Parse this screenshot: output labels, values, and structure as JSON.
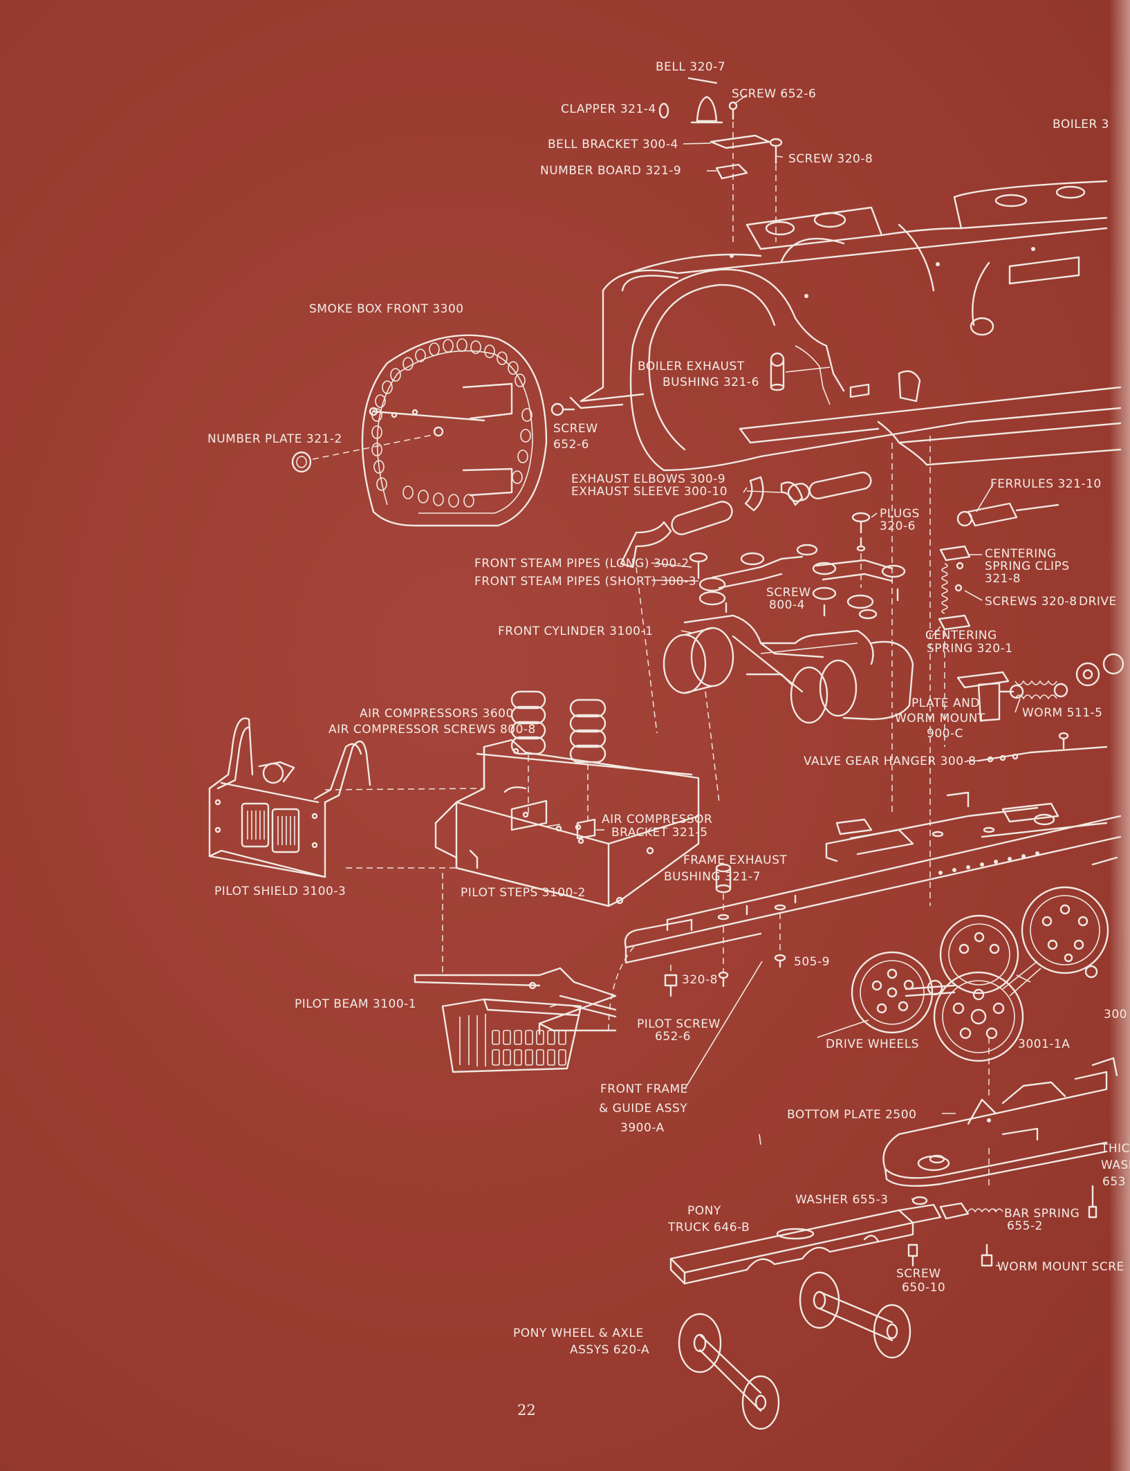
{
  "colors": {
    "background": "#9a3b30",
    "ink": "#f1e9e2"
  },
  "page_number": "22",
  "labels": {
    "bell": "BELL 320-7",
    "clapper": "CLAPPER 321-4",
    "screw_652_6_top": "SCREW 652-6",
    "bell_bracket": "BELL BRACKET 300-4",
    "screw_320_8_top": "SCREW 320-8",
    "number_board": "NUMBER BOARD 321-9",
    "boiler": "BOILER 3",
    "smoke_box_front": "SMOKE BOX FRONT 3300",
    "boiler_exhaust_1": "BOILER EXHAUST",
    "boiler_exhaust_2": "BUSHING 321-6",
    "number_plate": "NUMBER PLATE 321-2",
    "screw_side_1": "SCREW",
    "screw_side_2": "652-6",
    "exhaust_elbows": "EXHAUST ELBOWS 300-9",
    "exhaust_sleeve": "EXHAUST SLEEVE 300-10",
    "ferrules": "FERRULES 321-10",
    "plugs_1": "PLUGS",
    "plugs_2": "320-6",
    "steam_long": "FRONT STEAM PIPES (LONG) 300-2",
    "steam_short": "FRONT STEAM PIPES (SHORT) 300-3",
    "screw_800_1": "SCREW",
    "screw_800_2": "800-4",
    "centering_clips_1": "CENTERING",
    "centering_clips_2": "SPRING CLIPS",
    "centering_clips_3": "321-8",
    "screws_320_8": "SCREWS 320-8",
    "front_cylinder": "FRONT CYLINDER 3100-1",
    "centering_spring_1": "CENTERING",
    "centering_spring_2": "SPRING 320-1",
    "drive_cut": "DRIVE",
    "plate_worm_1": "PLATE AND",
    "plate_worm_2": "WORM MOUNT",
    "plate_worm_3": "900-C",
    "worm": "WORM 511-5",
    "air_compressors": "AIR COMPRESSORS 3600",
    "air_compressor_screws": "AIR COMPRESSOR SCREWS 800-8",
    "valve_gear_hanger": "VALVE GEAR HANGER 300-8",
    "air_bracket_1": "AIR COMPRESSOR",
    "air_bracket_2": "BRACKET 321-5",
    "frame_exhaust_1": "FRAME EXHAUST",
    "frame_exhaust_2": "BUSHING 321-7",
    "pilot_shield": "PILOT SHIELD 3100-3",
    "pilot_steps": "PILOT STEPS 3100-2",
    "screw_505_9": "505-9",
    "screw_320_8_small": "320-8",
    "pilot_beam": "PILOT BEAM 3100-1",
    "pilot_screw_1": "PILOT SCREW",
    "pilot_screw_2": "652-6",
    "drive_wheels": "DRIVE WHEELS",
    "drive_wheels_num": "3001-1A",
    "front_frame_1": "FRONT FRAME",
    "front_frame_2": "& GUIDE ASSY",
    "front_frame_3": "3900-A",
    "bottom_plate": "BOTTOM PLATE 2500",
    "pony_truck_1": "PONY",
    "pony_truck_2": "TRUCK 646-B",
    "washer": "WASHER 655-3",
    "bar_spring_1": "BAR SPRING",
    "bar_spring_2": "655-2",
    "screw_650_1": "SCREW",
    "screw_650_2": "650-10",
    "worm_mount_screw": "WORM MOUNT SCRE",
    "pony_wheel_1": "PONY WHEEL & AXLE",
    "pony_wheel_2": "ASSYS 620-A",
    "edge_300": "300",
    "edge_thic": "THIC",
    "edge_wash": "WASH",
    "edge_653": "653"
  }
}
